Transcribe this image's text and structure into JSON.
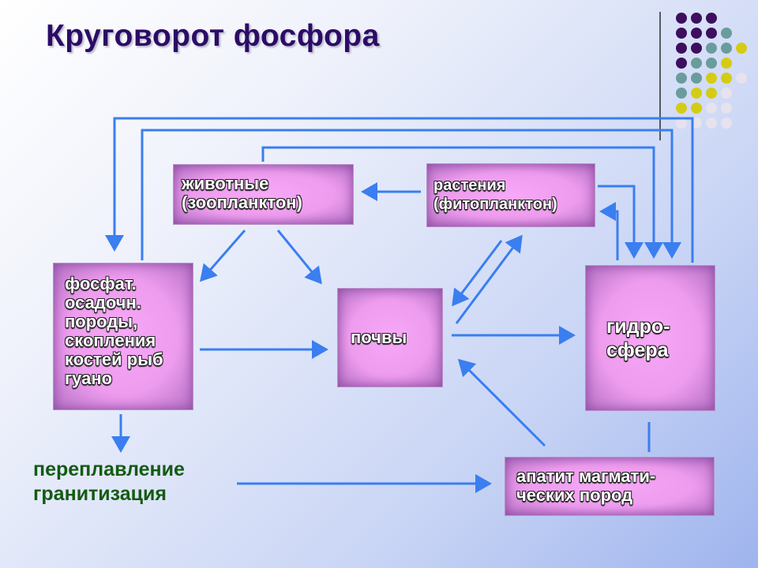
{
  "title": "Круговорот фосфора",
  "nodes": {
    "phosphate": "фосфат.\nосадочн.\nпороды,\nскопления\nкостей рыб\nгуано",
    "animals": "животные\n(зоопланктон)",
    "plants": "растения\n(фитопланктон)",
    "soils": "почвы",
    "hydrosphere": "гидро-\nсфера",
    "apatite": "апатит магмати-\nческих пород",
    "remelting": "переплавление\nгранитизация"
  },
  "colors": {
    "arrow": "#3a7ef0",
    "title": "#2c0c66",
    "purple": "#3d0f5e",
    "teal": "#6a9c9c",
    "yellow": "#d4cc14"
  }
}
